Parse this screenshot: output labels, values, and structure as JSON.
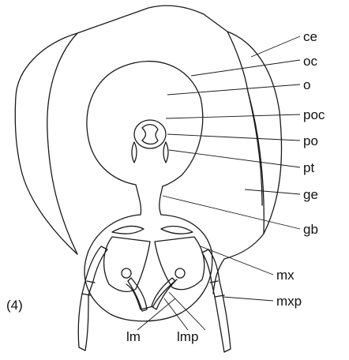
{
  "figure": {
    "number_label": "(4)",
    "labels": {
      "ce": "ce",
      "oc": "oc",
      "o": "o",
      "poc": "poc",
      "po": "po",
      "pt": "pt",
      "ge": "ge",
      "gb": "gb",
      "mx": "mx",
      "mxp": "mxp",
      "lm": "lm",
      "lmp": "lmp"
    }
  }
}
